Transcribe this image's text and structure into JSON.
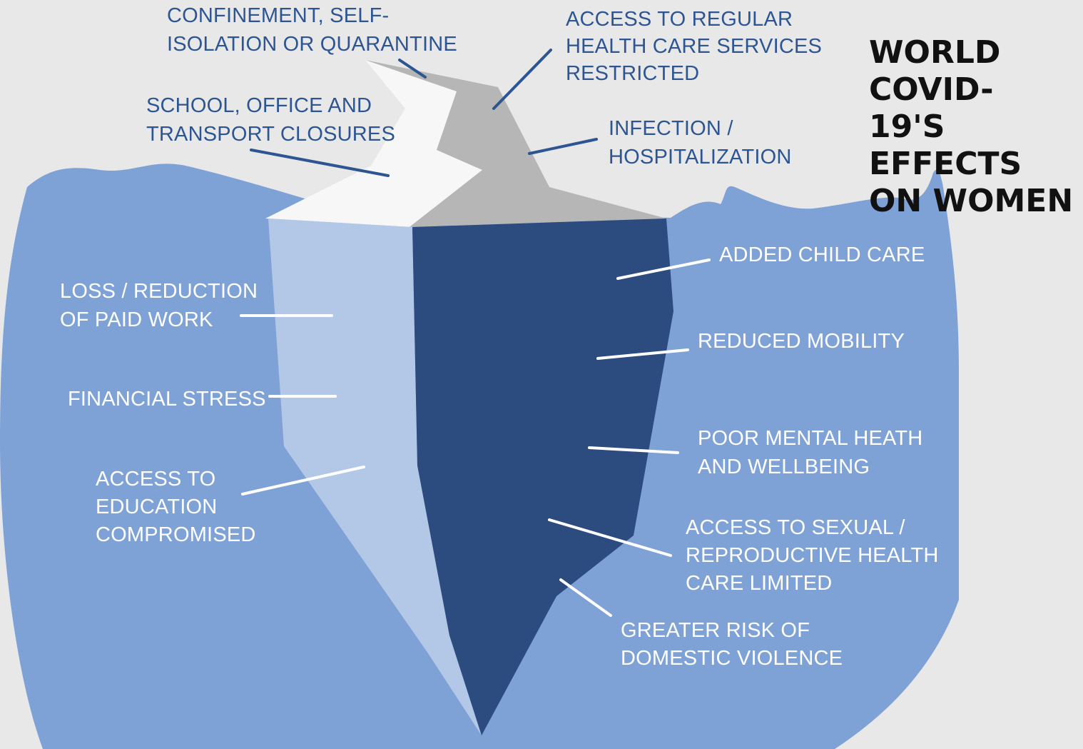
{
  "title": "WORLD COVID-\n19'S EFFECTS\nON WOMEN",
  "colors": {
    "background": "#e8e8e8",
    "water": "#7fa2d6",
    "ice_above_light": "#f7f7f7",
    "ice_above_shadow": "#b6b6b6",
    "ice_below_light": "#b3c8e7",
    "ice_below_dark": "#2c4c80",
    "label_above": "#2d5592",
    "label_below": "#ffffff"
  },
  "above_water": [
    {
      "id": "confinement",
      "text": "CONFINEMENT, SELF-\nISOLATION OR QUARANTINE"
    },
    {
      "id": "regular-care",
      "text": "ACCESS TO REGULAR\nHEALTH CARE SERVICES\nRESTRICTED"
    },
    {
      "id": "closures",
      "text": "SCHOOL, OFFICE AND\nTRANSPORT CLOSURES"
    },
    {
      "id": "infection",
      "text": "INFECTION /\nHOSPITALIZATION"
    }
  ],
  "below_water": [
    {
      "id": "paid-work",
      "text": "LOSS / REDUCTION\nOF PAID WORK"
    },
    {
      "id": "financial",
      "text": "FINANCIAL STRESS"
    },
    {
      "id": "education",
      "text": "ACCESS TO\nEDUCATION\nCOMPROMISED"
    },
    {
      "id": "child-care",
      "text": "ADDED CHILD CARE"
    },
    {
      "id": "mobility",
      "text": "REDUCED MOBILITY"
    },
    {
      "id": "mental-health",
      "text": "POOR MENTAL HEATH\nAND WELLBEING"
    },
    {
      "id": "sexual-health",
      "text": "ACCESS TO SEXUAL /\nREPRODUCTIVE HEALTH\nCARE LIMITED"
    },
    {
      "id": "domestic-violence",
      "text": "GREATER RISK OF\nDOMESTIC VIOLENCE"
    }
  ]
}
